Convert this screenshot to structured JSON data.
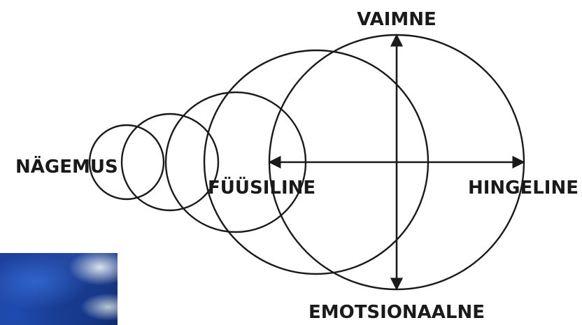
{
  "labels": {
    "top": "VAIMNE",
    "bottom": "EMOTSIONAALNE",
    "left": "NÄGEMUS",
    "middle": "FÜÜSILINE",
    "right": "HINGELINE"
  },
  "colors": {
    "stroke": "#1a1a1a",
    "background": "#ffffff",
    "paint_blue": "#1b3f9e"
  }
}
